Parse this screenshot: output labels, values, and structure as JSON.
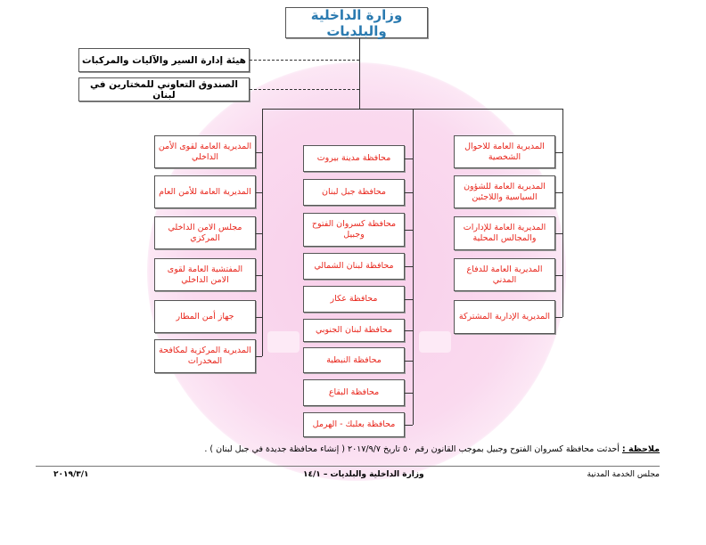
{
  "watermark": "مجلس الخدمة المدنية",
  "title": "وزارة الداخلية والبلديات",
  "affiliated": [
    "هيئة إدارة السير والآليات والمركبات",
    "الصندوق التعاوني للمختارين في لبنان"
  ],
  "left_column": [
    "المديرية العامة لقوى الأمن الداخلي",
    "المديرية العامة للأمن العام",
    "مجلس الامن الداخلي المركزي",
    "المفتشية العامة لقوى الامن الداخلي",
    "جهاز أمن المطار",
    "المديرية المركزية لمكافحة المخدرات"
  ],
  "middle_column": [
    "محافظة مدينة بيروت",
    "محافظة جبل لبنان",
    "محافظة كسروان الفتوح وجبيل",
    "محافظة لبنان الشمالي",
    "محافظة عكار",
    "محافظة لبنان الجنوبي",
    "محافظة النبطية",
    "محافظة البقاع",
    "محافظة بعلبك - الهرمل"
  ],
  "right_column": [
    "المديرية العامة للاحوال الشخصية",
    "المديرية العامة للشؤون السياسية واللاجئين",
    "المديرية العامة للإدارات والمجالس المحلية",
    "المديرية العامة للدفاع المدني",
    "المديرية الإدارية المشتركة"
  ],
  "note": {
    "label": "ملاحظة :",
    "text": "أحدثت محافظة كسروان الفتوح وجبيل بموجب القانون رقم ٥٠ تاريخ ٢٠١٧/٩/٧ ( إنشاء محافظة جديدة في جبل لبنان ) ."
  },
  "footer": {
    "right": "مجلس الخدمة المدنية",
    "center": "وزارة الداخلية والبلديات – ١٤/١",
    "left": "٢٠١٩/٣/١"
  }
}
